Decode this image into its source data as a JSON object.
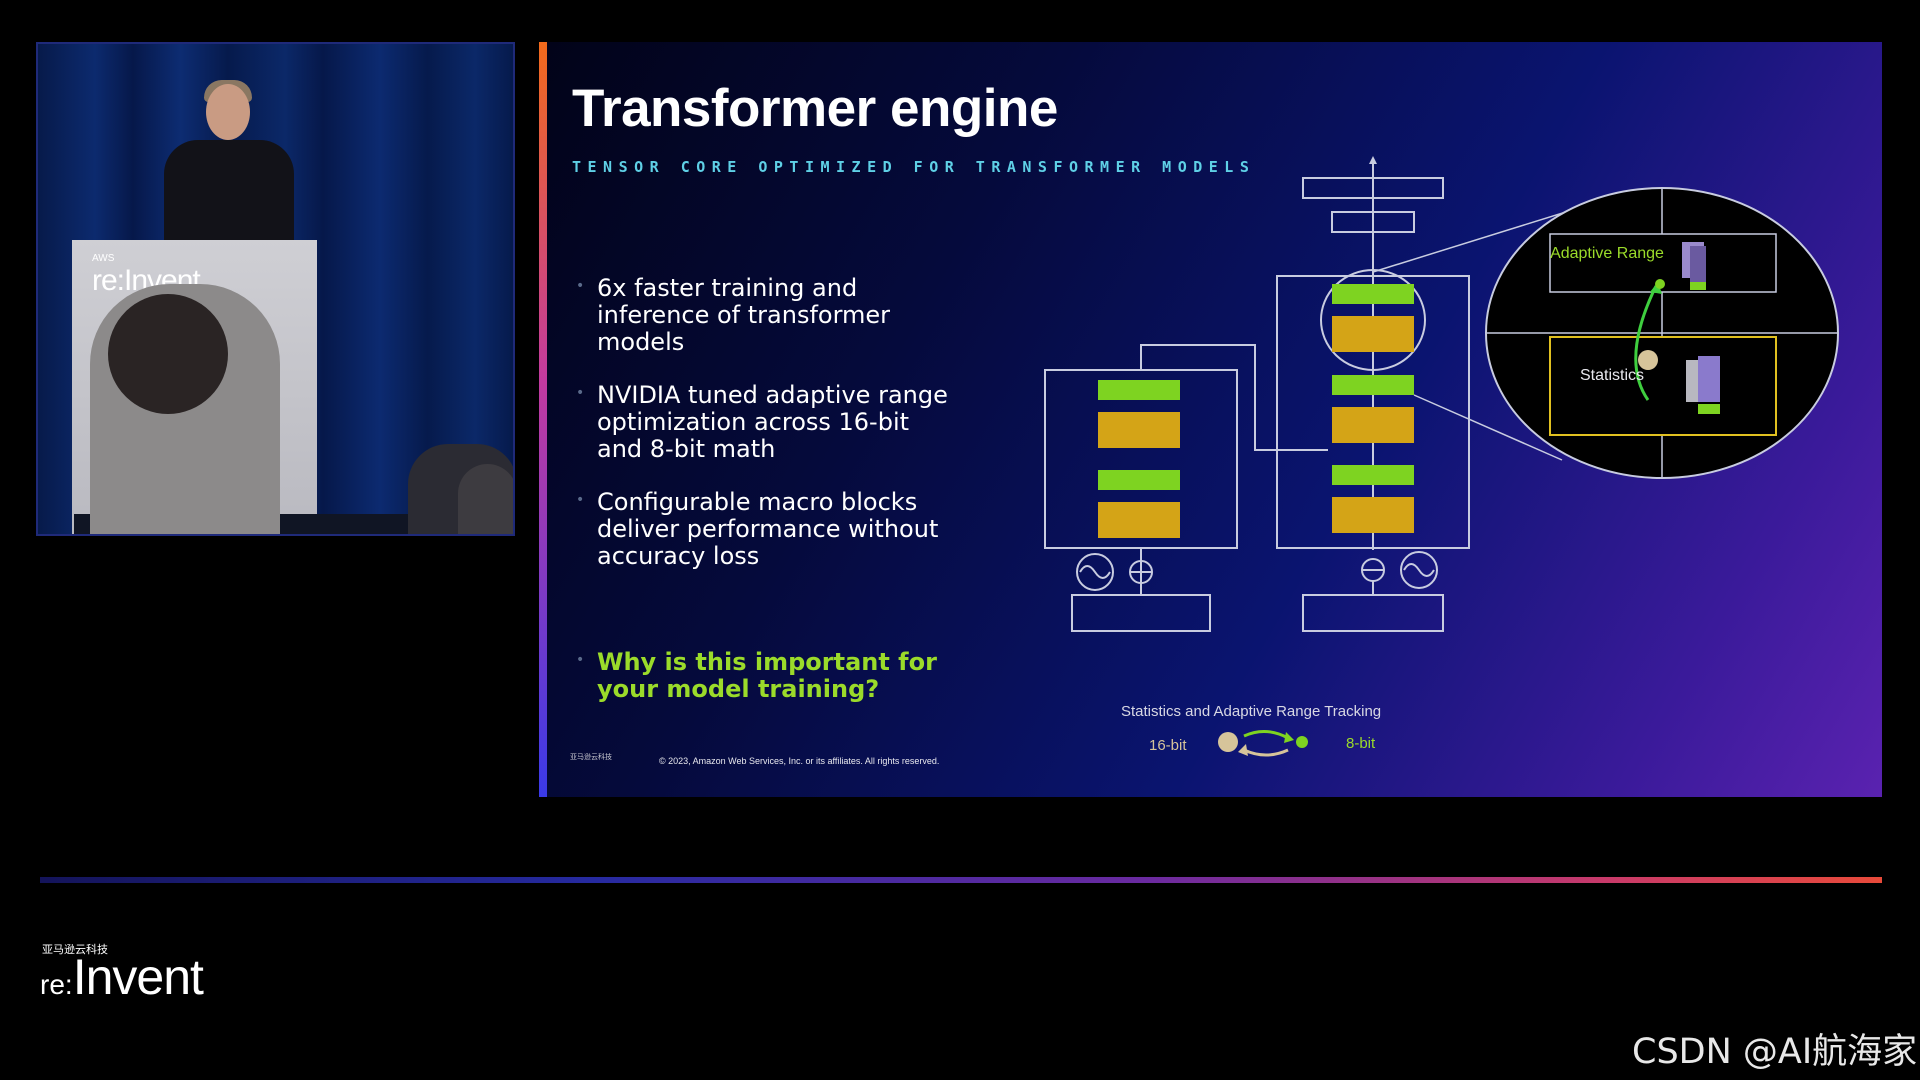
{
  "video": {
    "podium_logo_small": "AWS",
    "podium_logo_main": "re:Invent"
  },
  "slide": {
    "title": "Transformer engine",
    "subtitle": "TENSOR CORE OPTIMIZED FOR TRANSFORMER MODELS",
    "bullets": [
      "6x faster training and inference of transformer models",
      "NVIDIA tuned adaptive range optimization across 16-bit and 8-bit math",
      "Configurable macro blocks deliver performance without accuracy loss",
      "Why is this important for your model training?"
    ],
    "bullet_marker": "•",
    "footer_logo": "亚马逊云科技",
    "footer_copyright": "© 2023, Amazon Web Services, Inc. or its affiliates. All rights reserved.",
    "diagram": {
      "zoom_label_top": "Adaptive Range",
      "zoom_label_bottom": "Statistics",
      "caption": "Statistics and Adaptive Range Tracking",
      "label_16": "16-bit",
      "label_8": "8-bit"
    },
    "colors": {
      "green": "#7ed321",
      "gold": "#d4a417",
      "accent_cyan": "#5fd0e6"
    }
  },
  "bottom": {
    "small_text": "亚马逊云科技",
    "logo_re": "re:",
    "logo_invent": "Invent",
    "watermark": "CSDN @AI航海家"
  }
}
